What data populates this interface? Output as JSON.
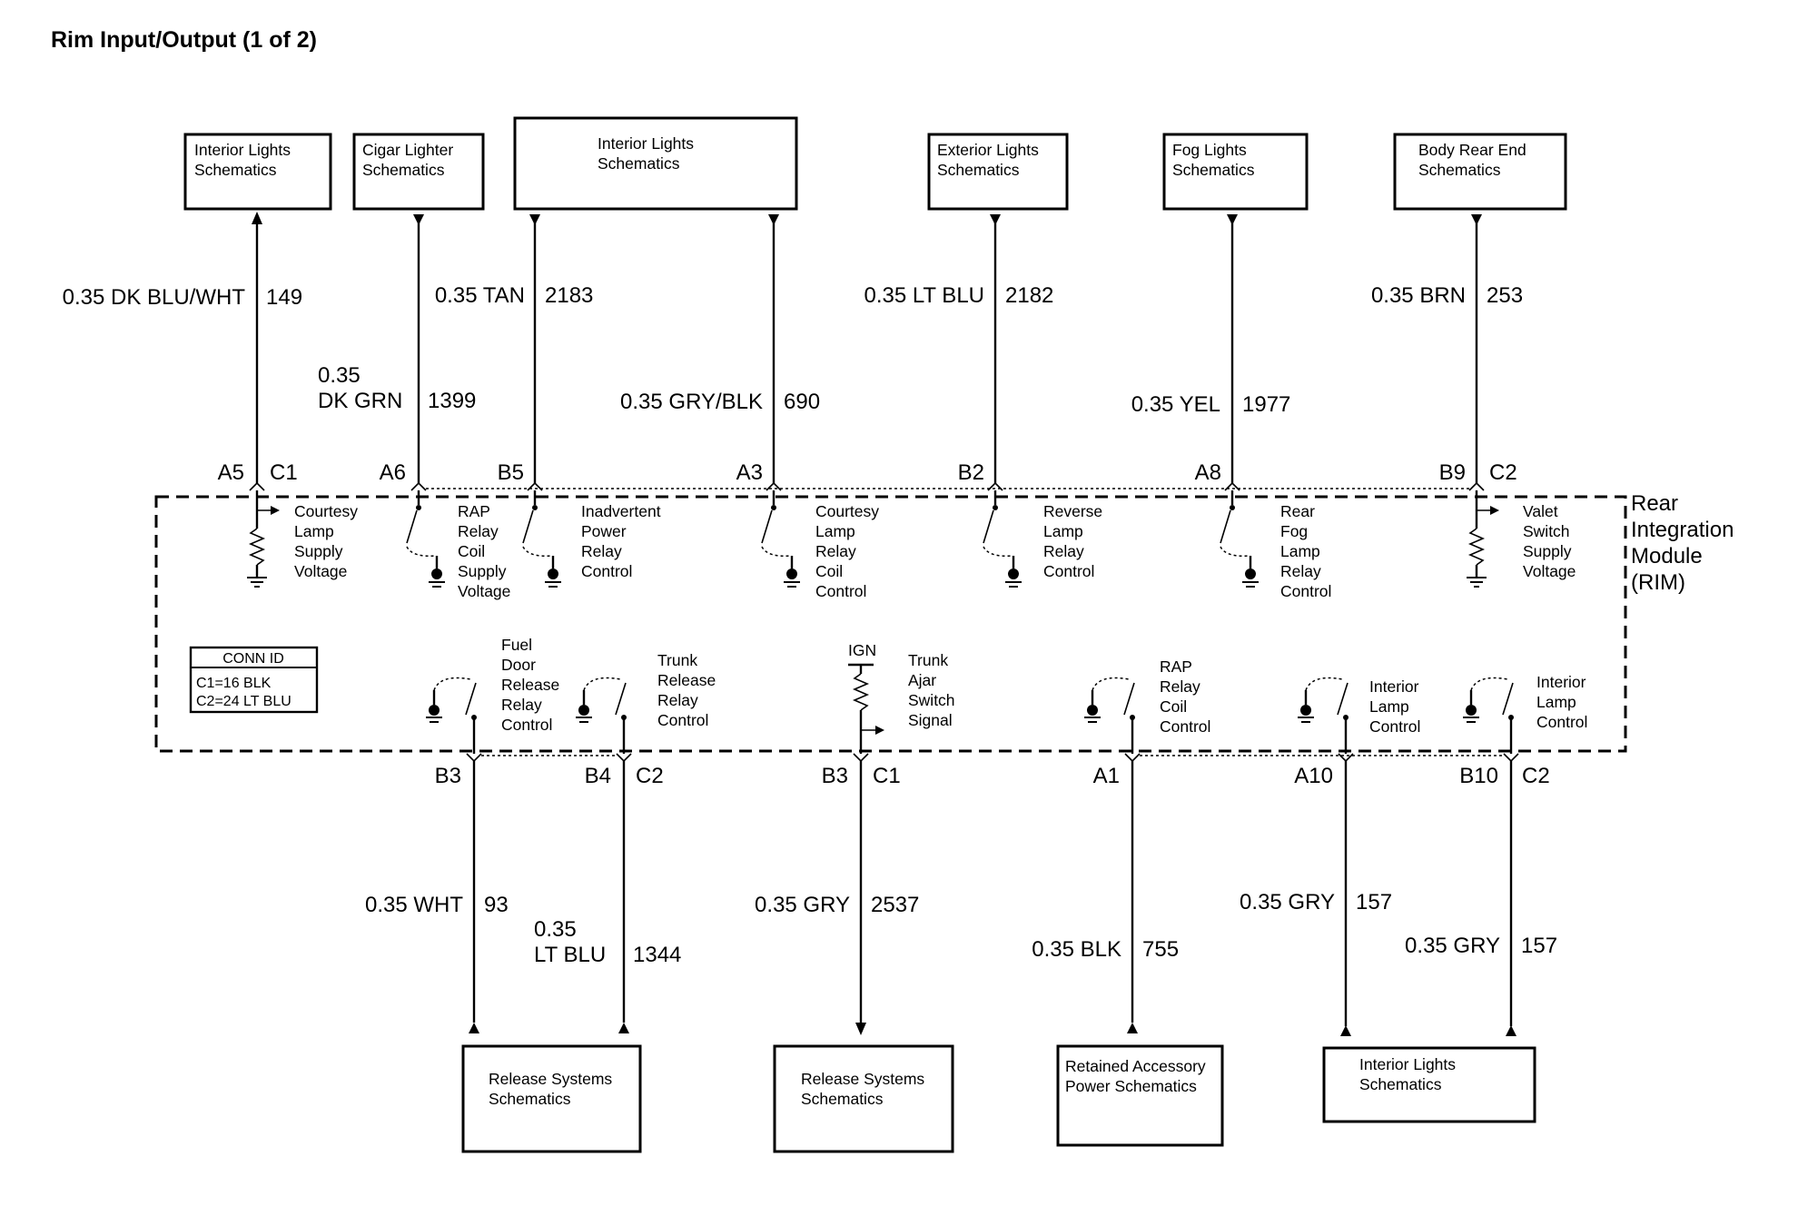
{
  "title": "Rim Input/Output (1 of 2)",
  "module": {
    "lines": [
      "Rear",
      "Integration",
      "Module",
      "(RIM)"
    ]
  },
  "conn_id": {
    "header": "CONN ID",
    "lines": [
      "C1=16 BLK",
      "C2=24 LT BLU"
    ]
  },
  "top_boxes": [
    {
      "id": "tb1",
      "lines": [
        "Interior Lights",
        "Schematics"
      ]
    },
    {
      "id": "tb2",
      "lines": [
        "Cigar Lighter",
        "Schematics"
      ]
    },
    {
      "id": "tb3",
      "lines": [
        "Interior Lights",
        "Schematics"
      ]
    },
    {
      "id": "tb4",
      "lines": [
        "Exterior Lights",
        "Schematics"
      ]
    },
    {
      "id": "tb5",
      "lines": [
        "Fog Lights",
        "Schematics"
      ]
    },
    {
      "id": "tb6",
      "lines": [
        "Body Rear End",
        "Schematics"
      ]
    }
  ],
  "bottom_boxes": [
    {
      "id": "bb1",
      "lines": [
        "Release Systems",
        "Schematics"
      ]
    },
    {
      "id": "bb2",
      "lines": [
        "Release Systems",
        "Schematics"
      ]
    },
    {
      "id": "bb3",
      "lines": [
        "Retained Accessory",
        "Power Schematics"
      ]
    },
    {
      "id": "bb4",
      "lines": [
        "Interior Lights",
        "Schematics"
      ]
    }
  ],
  "top_wires": [
    {
      "id": "w149",
      "color": "0.35 DK BLU/WHT",
      "circuit": "149"
    },
    {
      "id": "w1399",
      "color_line1": "0.35",
      "color_line2": "DK GRN",
      "circuit": "1399"
    },
    {
      "id": "w2183",
      "color": "0.35 TAN",
      "circuit": "2183"
    },
    {
      "id": "w690",
      "color": "0.35 GRY/BLK",
      "circuit": "690"
    },
    {
      "id": "w2182",
      "color": "0.35 LT BLU",
      "circuit": "2182"
    },
    {
      "id": "w1977",
      "color": "0.35 YEL",
      "circuit": "1977"
    },
    {
      "id": "w253",
      "color": "0.35 BRN",
      "circuit": "253"
    }
  ],
  "bottom_wires": [
    {
      "id": "w93",
      "color": "0.35 WHT",
      "circuit": "93"
    },
    {
      "id": "w1344",
      "color_line1": "0.35",
      "color_line2": "LT BLU",
      "circuit": "1344"
    },
    {
      "id": "w2537",
      "color": "0.35 GRY",
      "circuit": "2537"
    },
    {
      "id": "w755",
      "color": "0.35 BLK",
      "circuit": "755"
    },
    {
      "id": "w157a",
      "color": "0.35 GRY",
      "circuit": "157"
    },
    {
      "id": "w157b",
      "color": "0.35 GRY",
      "circuit": "157"
    }
  ],
  "top_pins": [
    {
      "pin": "A5",
      "connector": "C1"
    },
    {
      "pin": "A6"
    },
    {
      "pin": "B5"
    },
    {
      "pin": "A3"
    },
    {
      "pin": "B2"
    },
    {
      "pin": "A8"
    },
    {
      "pin": "B9",
      "connector": "C2"
    }
  ],
  "bottom_pins": [
    {
      "pin": "B3"
    },
    {
      "pin": "B4",
      "connector": "C2"
    },
    {
      "pin": "B3",
      "connector": "C1"
    },
    {
      "pin": "A1"
    },
    {
      "pin": "A10"
    },
    {
      "pin": "B10",
      "connector": "C2"
    }
  ],
  "top_functions": [
    {
      "lines": [
        "Courtesy",
        "Lamp",
        "Supply",
        "Voltage"
      ]
    },
    {
      "lines": [
        "RAP",
        "Relay",
        "Coil",
        "Supply",
        "Voltage"
      ]
    },
    {
      "lines": [
        "Inadvertent",
        "Power",
        "Relay",
        "Control"
      ]
    },
    {
      "lines": [
        "Courtesy",
        "Lamp",
        "Relay",
        "Coil",
        "Control"
      ]
    },
    {
      "lines": [
        "Reverse",
        "Lamp",
        "Relay",
        "Control"
      ]
    },
    {
      "lines": [
        "Rear",
        "Fog",
        "Lamp",
        "Relay",
        "Control"
      ]
    },
    {
      "lines": [
        "Valet",
        "Switch",
        "Supply",
        "Voltage"
      ]
    }
  ],
  "bottom_functions": [
    {
      "lines": [
        "Fuel",
        "Door",
        "Release",
        "Relay",
        "Control"
      ]
    },
    {
      "lines": [
        "Trunk",
        "Release",
        "Relay",
        "Control"
      ]
    },
    {
      "lines": [
        "Trunk",
        "Ajar",
        "Switch",
        "Signal"
      ]
    },
    {
      "lines": [
        "RAP",
        "Relay",
        "Coil",
        "Control"
      ]
    },
    {
      "lines": [
        "Interior",
        "Lamp",
        "Control"
      ]
    },
    {
      "lines": [
        "Interior",
        "Lamp",
        "Control"
      ]
    }
  ],
  "ign_label": "IGN"
}
